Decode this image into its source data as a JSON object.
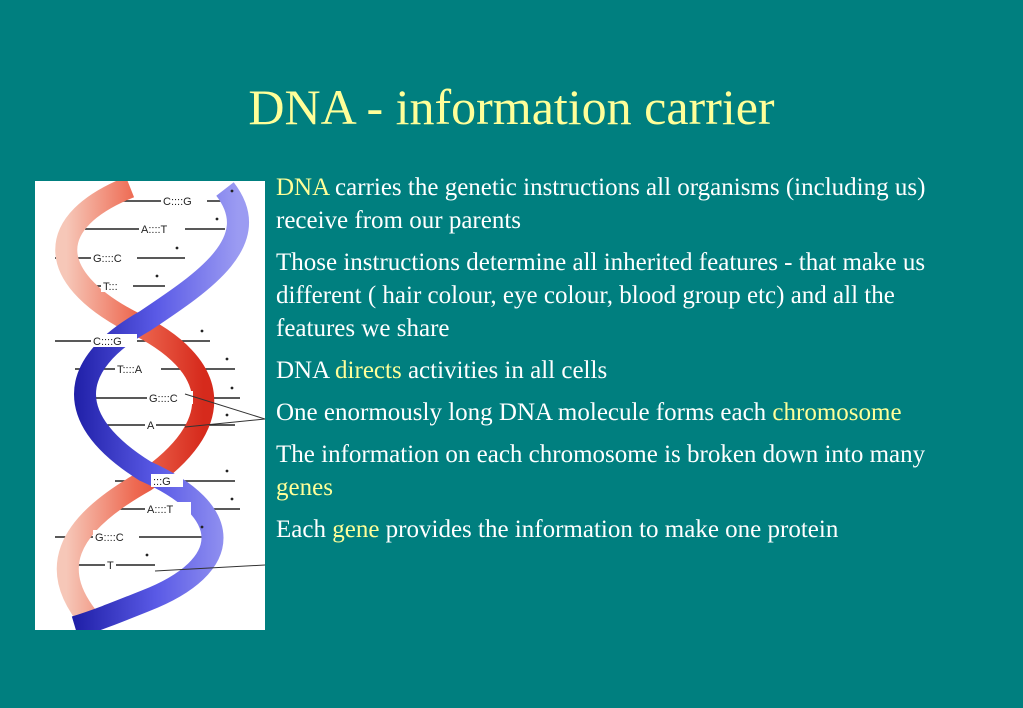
{
  "slide": {
    "title": "DNA - information carrier"
  },
  "figure": {
    "base_pairs": [
      {
        "left": "C",
        "right": "G",
        "bond": "::::"
      },
      {
        "left": "A",
        "right": "T",
        "bond": "::::"
      },
      {
        "left": "G",
        "right": "C",
        "bond": "::::"
      },
      {
        "left": "T",
        "right": "",
        "bond": ":::"
      },
      {
        "left": "C",
        "right": "G",
        "bond": "::::"
      },
      {
        "left": "T",
        "right": "A",
        "bond": "::::"
      },
      {
        "left": "G",
        "right": "C",
        "bond": "::::"
      },
      {
        "left": "",
        "right": "A",
        "bond": ""
      },
      {
        "left": "",
        "right": "G",
        "bond": ":::"
      },
      {
        "left": "A",
        "right": "T",
        "bond": "::::"
      },
      {
        "left": "G",
        "right": "C",
        "bond": "::::"
      },
      {
        "left": "T",
        "right": "",
        "bond": ""
      }
    ],
    "colors": {
      "strand_red": "#e83a2a",
      "strand_blue": "#3a3ad0",
      "background": "#ffffff"
    }
  },
  "bullets": [
    {
      "hl": "DNA",
      "post": " carries the genetic instructions all organisms (including us) receive from our parents"
    },
    {
      "pre": "Those instructions determine all inherited features - that make us different ( hair colour, eye colour, blood group etc) and all the features we share"
    },
    {
      "pre": "DNA ",
      "hl": "directs",
      "post": " activities in all cells"
    },
    {
      "pre": "One enormously long DNA molecule forms each ",
      "hl": "chromosome"
    },
    {
      "pre": "The information on each chromosome is broken down into many ",
      "hl": "genes"
    },
    {
      "pre": "Each ",
      "hl": "gene",
      "post": " provides the information to make one protein"
    }
  ],
  "colors": {
    "background": "#007f7f",
    "title": "#ffff99",
    "body_text": "#ffffff",
    "highlight": "#ffff99"
  }
}
